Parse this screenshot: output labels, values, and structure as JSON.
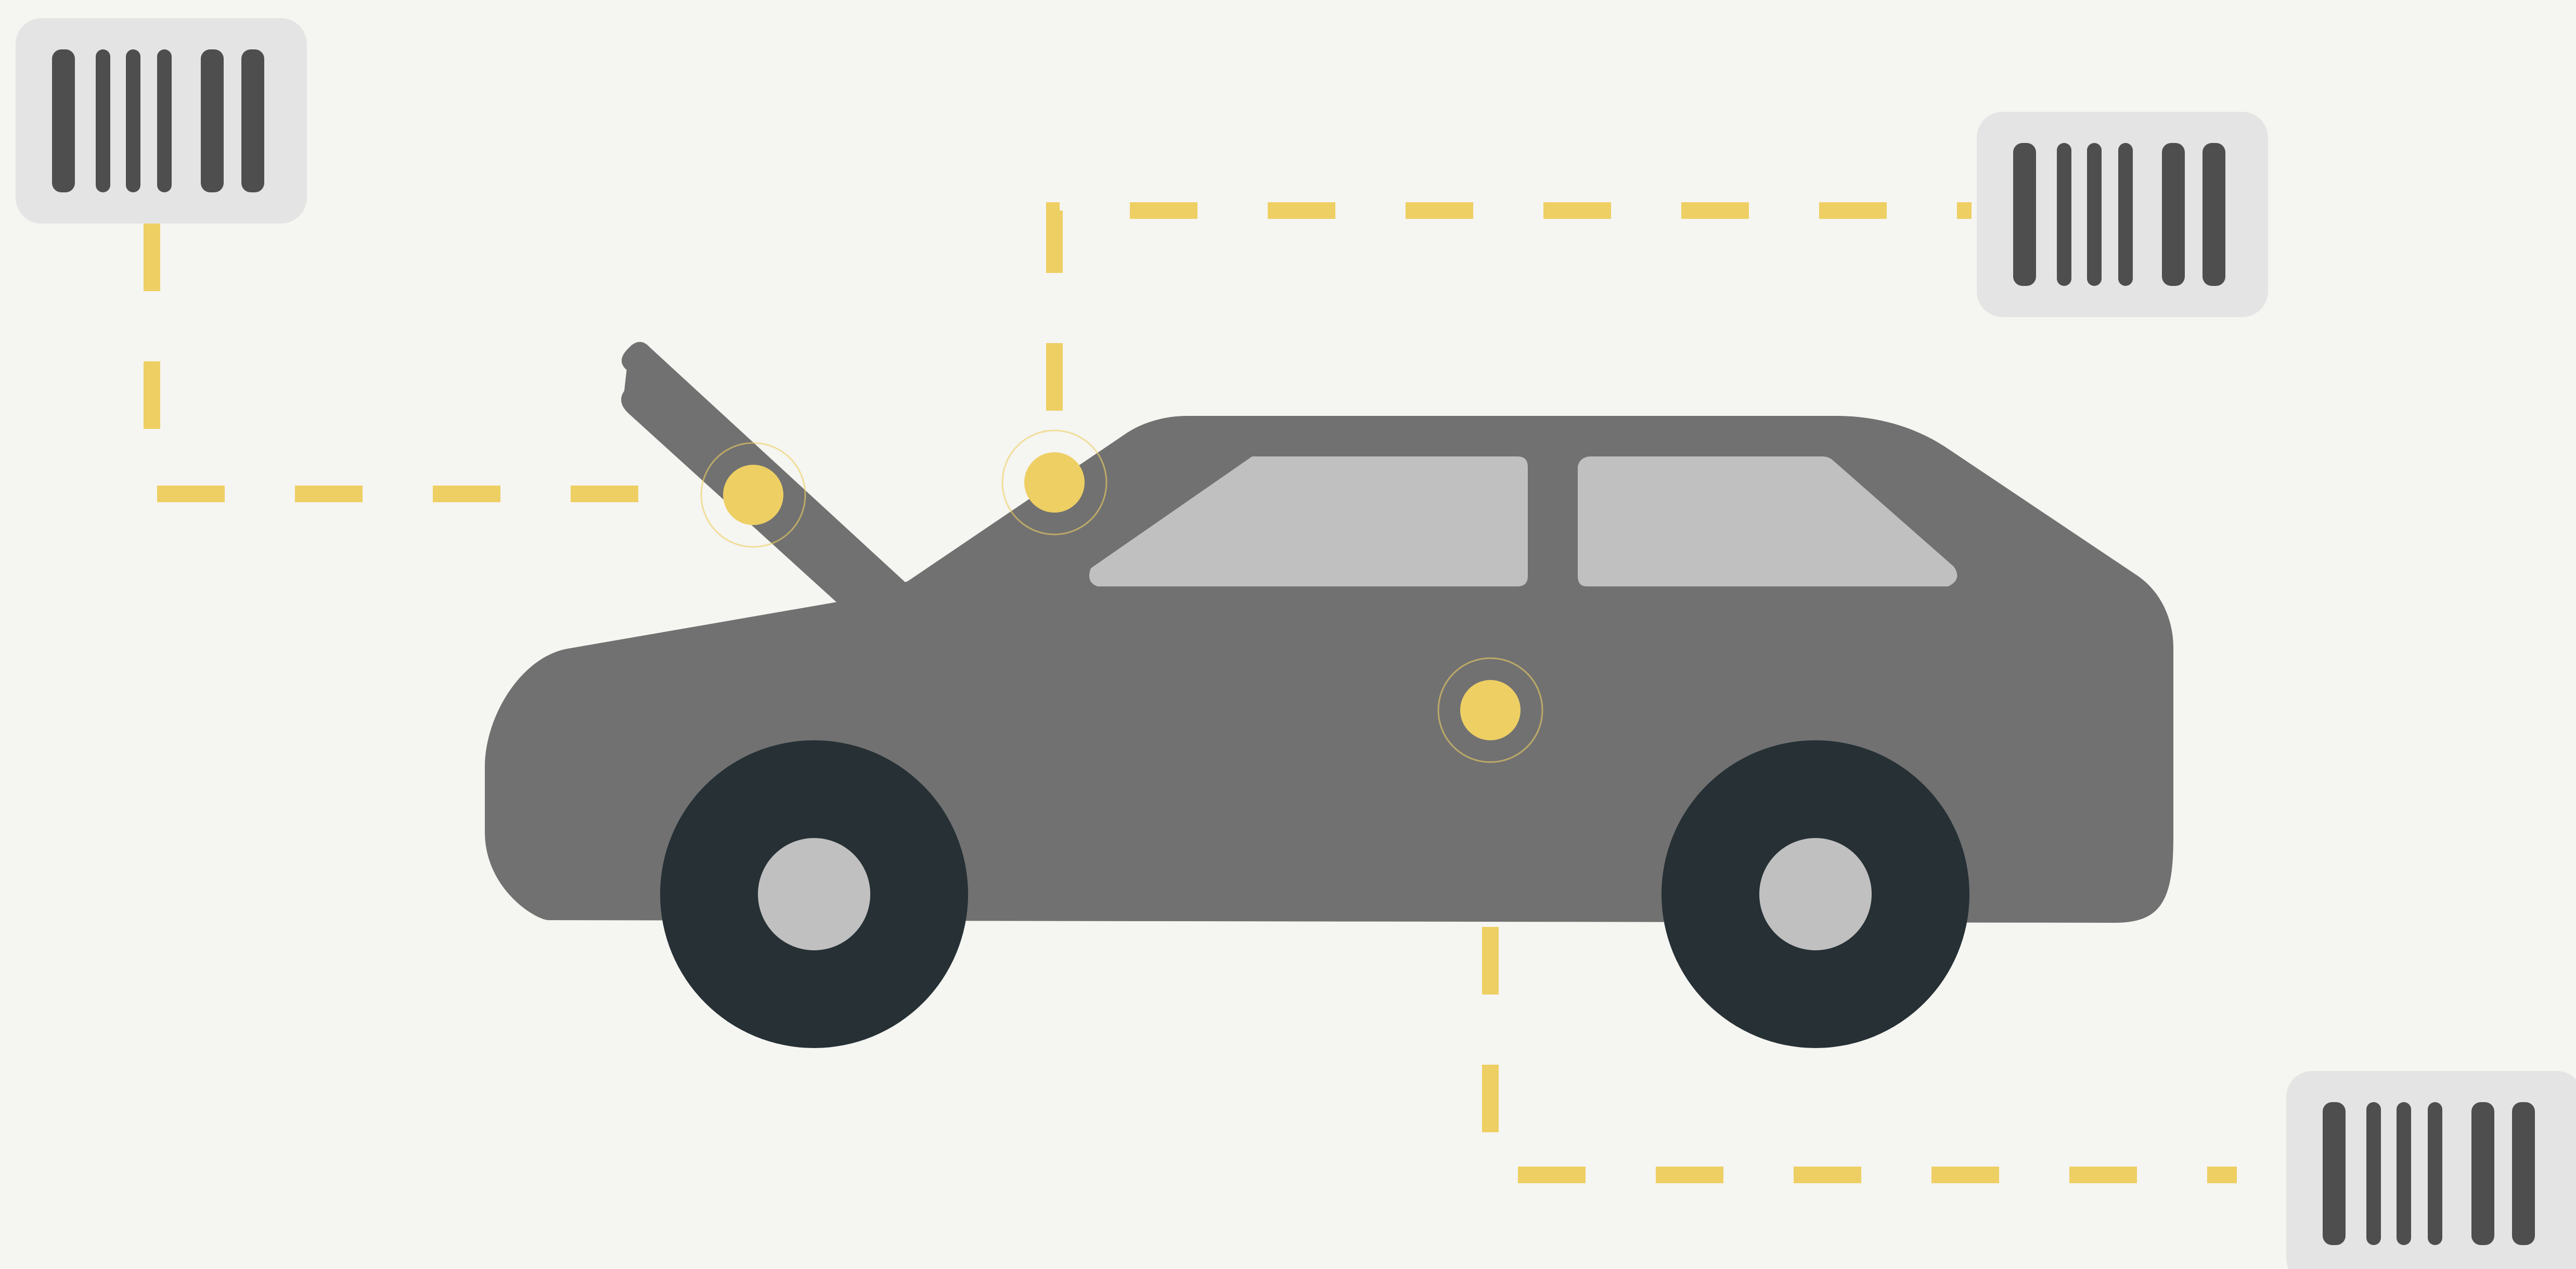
{
  "diagram": {
    "subject": "car-with-open-hood",
    "sensor_points": [
      "hood-latch-point",
      "windshield-base-point",
      "door-panel-point"
    ],
    "barcode_labels": [
      "barcode-top-left",
      "barcode-top-right",
      "barcode-bottom-right"
    ],
    "connectors": [
      "hood-to-top-left-barcode",
      "windshield-to-top-right-barcode",
      "door-to-bottom-right-barcode"
    ],
    "icons": {
      "barcode": "barcode-icon",
      "sensor": "target-point-icon"
    }
  },
  "colors": {
    "background": "#F5F5F1",
    "car_body": "#717171",
    "windows": "#C0C0C0",
    "tires": "#263035",
    "hubs": "#C0C0C0",
    "accent": "#EECF63",
    "barcode_card": "#E4E4E4",
    "barcode_bars": "#4E4E4E"
  }
}
